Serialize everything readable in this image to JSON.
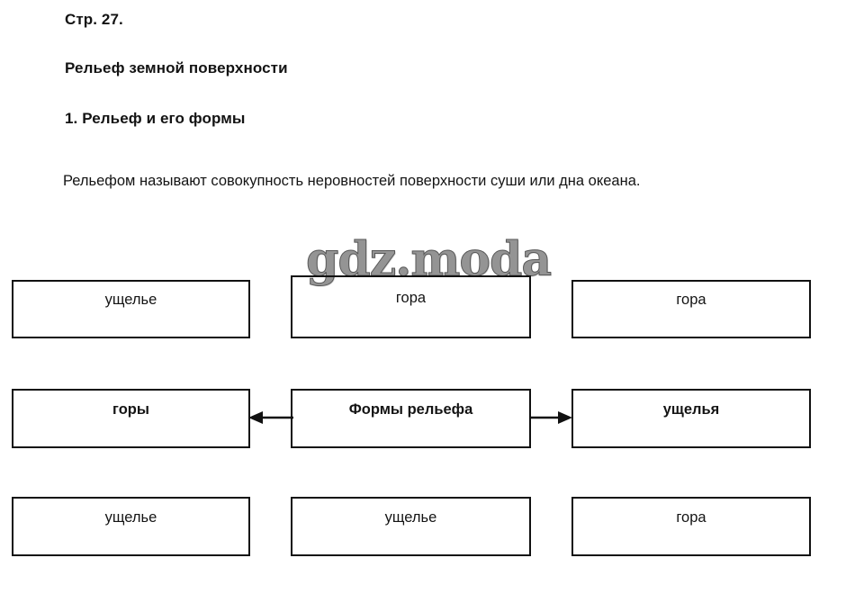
{
  "page": {
    "page_ref": "Стр. 27.",
    "heading": "Рельеф земной поверхности",
    "subheading": "1. Рельеф и его формы",
    "paragraph": "Рельефом называют совокупность неровностей поверхности суши или дна океана.",
    "watermark": "gdz.moda",
    "background_color": "#ffffff",
    "text_color": "#141414",
    "border_color": "#111111"
  },
  "diagram": {
    "name": "Формы рельефа",
    "rows": [
      {
        "cells": [
          {
            "label": "ущелье",
            "bold": false
          },
          {
            "label": "гора",
            "bold": false
          },
          {
            "label": "гора",
            "bold": false
          }
        ]
      },
      {
        "cells": [
          {
            "label": "горы",
            "bold": true
          },
          {
            "label": "Формы рельефа",
            "bold": true
          },
          {
            "label": "ущелья",
            "bold": true
          }
        ]
      },
      {
        "cells": [
          {
            "label": "ущелье",
            "bold": false
          },
          {
            "label": "ущелье",
            "bold": false
          },
          {
            "label": "гора",
            "bold": false
          }
        ]
      }
    ],
    "connectors": [
      {
        "direction": "left",
        "from": "Формы рельефа",
        "to": "горы"
      },
      {
        "direction": "right",
        "from": "Формы рельефа",
        "to": "ущелья"
      }
    ]
  }
}
